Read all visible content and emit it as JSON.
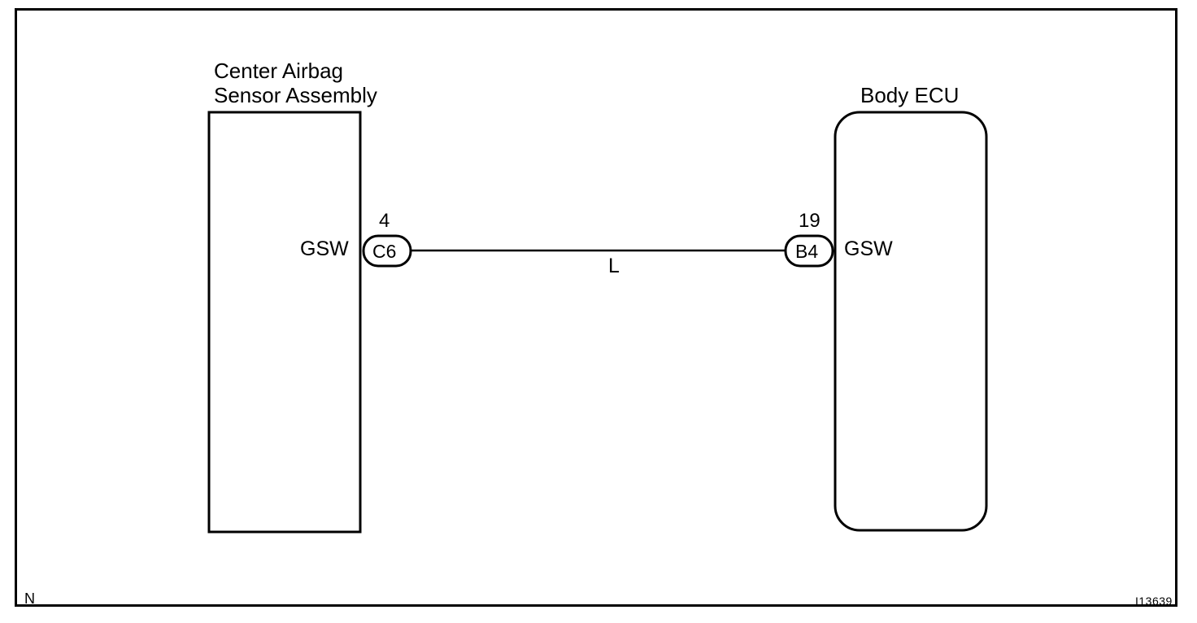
{
  "components": {
    "left": {
      "name_line1": "Center Airbag",
      "name_line2": "Sensor Assembly",
      "terminal": "GSW",
      "pin": "4",
      "connector": "C6"
    },
    "right": {
      "name": "Body ECU",
      "terminal": "GSW",
      "pin": "19",
      "connector": "B4"
    }
  },
  "wire": {
    "color_code": "L"
  },
  "corner_letter": "N",
  "figure_id": "I13639"
}
